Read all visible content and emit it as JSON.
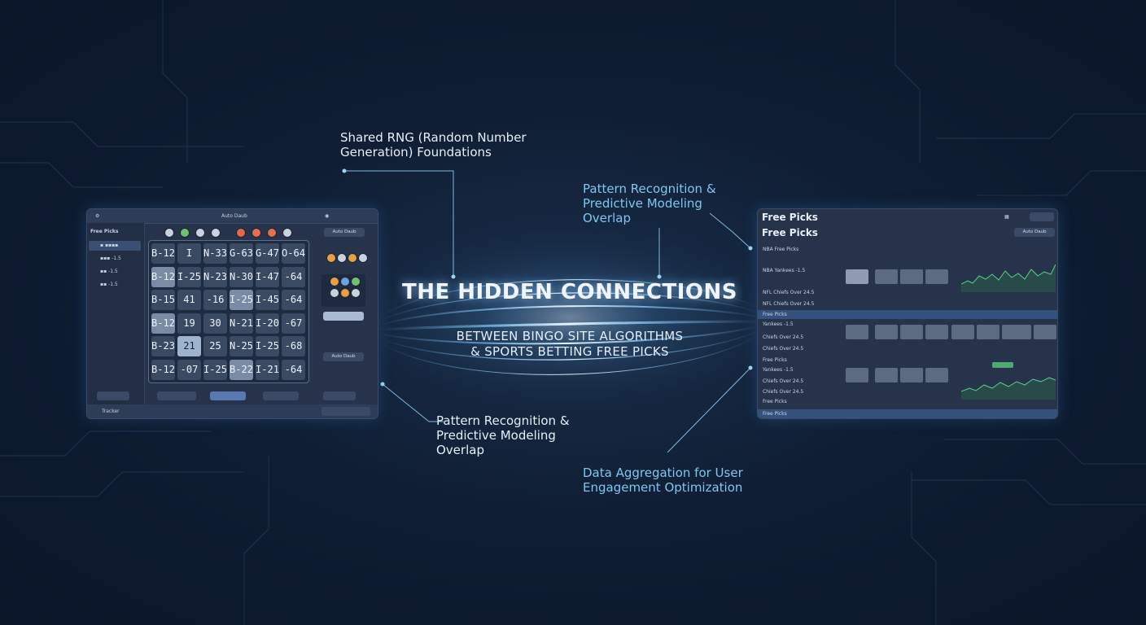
{
  "title": "THE HIDDEN CONNECTIONS",
  "subtitle_line1": "BETWEEN BINGO SITE ALGORITHMS",
  "subtitle_line2": "& SPORTS BETTING FREE PICKS",
  "callouts": {
    "rng_line1": "Shared RNG (Random Number",
    "rng_line2": "Generation) Foundations",
    "pattern_top_line1": "Pattern Recognition &",
    "pattern_top_line2": "Predictive Modeling",
    "pattern_top_line3": "Overlap",
    "pattern_bottom_line1": "Pattern Recognition &",
    "pattern_bottom_line2": "Predictive Modeling",
    "pattern_bottom_line3": "Overlap",
    "data_line1": "Data Aggregation for User",
    "data_line2": "Engagement Optimization"
  },
  "colors": {
    "accent_blue": "#7fc6f0",
    "glow": "#8cc8ff",
    "green": "#5bd08a"
  },
  "bingo": {
    "auto_daub_top": "Auto Daub",
    "auto_daub_btn": "Auto Daub",
    "sidebar_title": "Free Picks",
    "cells": [
      [
        "B-12",
        "I",
        "N-33",
        "G-63",
        "G-47",
        "O-64"
      ],
      [
        "B-12",
        "I-25",
        "N-23",
        "N-30",
        "I-47",
        "-64"
      ],
      [
        "B-15",
        "41",
        "-16",
        "I-25",
        "I-45",
        "-64"
      ],
      [
        "B-12",
        "19",
        "30",
        "N-21",
        "I-20",
        "-67"
      ],
      [
        "B-23",
        "21",
        "25",
        "N-25",
        "I-25",
        "-68"
      ],
      [
        "B-12",
        "-07",
        "I-25",
        "B-22",
        "I-21",
        "-64"
      ]
    ],
    "right_btn": "Auto Daub",
    "bottom_left": "Tracker"
  },
  "picks": {
    "header_title": "Free Picks",
    "sub_title": "Free Picks",
    "auto_btn": "Auto Daub",
    "rows": [
      {
        "label": "NBA Free Picks"
      },
      {
        "label": "NBA Yankees -1.5"
      },
      {
        "label": "NFL Chiefs Over 24.5"
      },
      {
        "label": "NFL Chiefs Over 24.5"
      },
      {
        "label": "Free Picks"
      },
      {
        "label": "Yankees -1.5"
      },
      {
        "label": "Chiefs Over 24.5"
      },
      {
        "label": "Chiefs Over 24.5"
      },
      {
        "label": "Free Picks"
      },
      {
        "label": "Yankees -1.5"
      },
      {
        "label": "Chiefs Over 24.5"
      },
      {
        "label": "Chiefs Over 24.5"
      },
      {
        "label": "Free Picks"
      },
      {
        "label": "Free Picks"
      }
    ]
  }
}
